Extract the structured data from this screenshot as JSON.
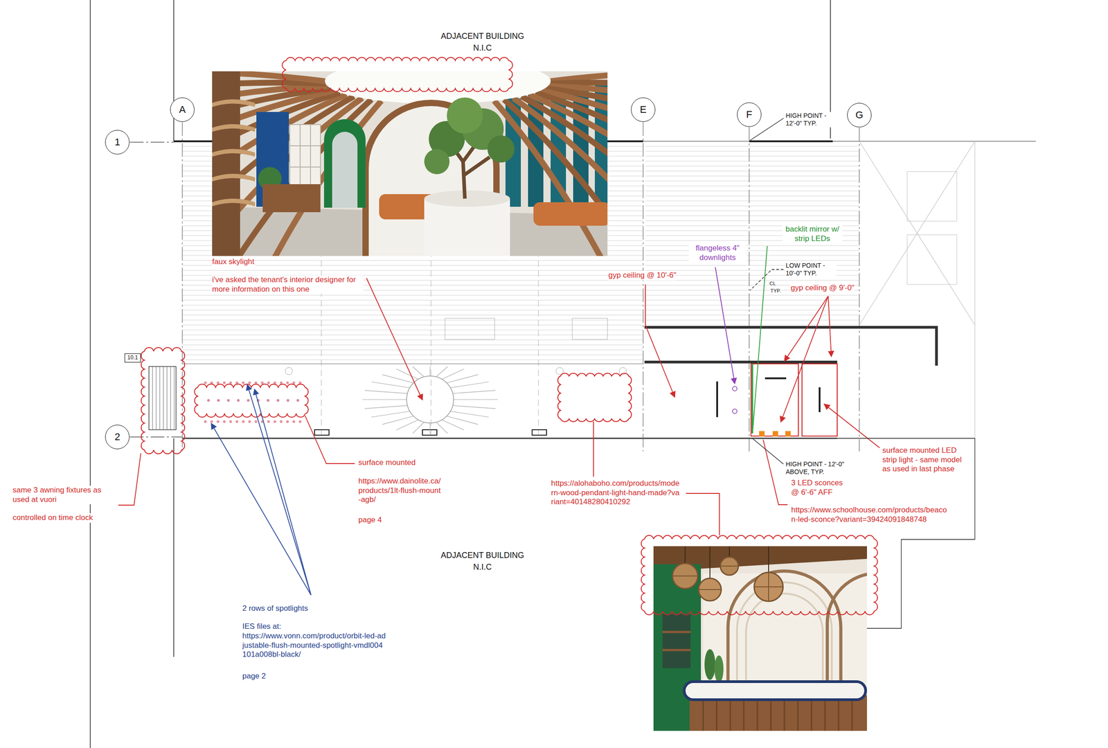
{
  "diagram": {
    "nodes": [
      {
        "text": [
          "A"
        ]
      },
      {
        "text": [
          "E"
        ]
      },
      {
        "text": [
          "F"
        ]
      },
      {
        "text": [
          "G"
        ]
      },
      {
        "text": [
          "1"
        ]
      },
      {
        "text": [
          "10.1"
        ]
      },
      {
        "text": [
          "2"
        ]
      }
    ],
    "labels": [
      "ADJACENT BUILDING",
      "N.I.C",
      "HIGH POINT - 12'-0\" TYP.",
      "backlit mirror w/ strip LEDs",
      "flangeless 4\" downlights",
      "LOW POINT - 10'-0\" TYP.",
      "CL",
      "TYP.",
      "gyp ceiling @ 10'-6\"",
      "gyp ceiling @ 9'-0\"",
      "faux skylight",
      "i've asked the tenant's interior designer for more information on this one",
      "HIGH POINT - 12'-0\" ABOVE, TYP.",
      "3 LED sconces @ 6'-6\" AFF",
      "https://www.schoolhouse.com/products/beacon-led-sconce?variant=39424091848748",
      "surface mounted LED strip light - same model as used in last phase",
      "surface mounted",
      "https://www.dainolite.ca/products/1lt-flush-mount-agb/",
      "page 4",
      "https://alohaboho.com/products/modern-wood-pendant-light-hand-made?variant=40148280410292",
      "same 3 awning fixtures as used at vuori",
      "controlled on time clock",
      "ADJACENT BUILDING",
      "N.I.C",
      "2 rows of spotlights",
      "IES files at:",
      "https://www.vonn.com/product/orbit-led-adjustable-flush-mounted-spotlight-vmdl004101a008bl-black/",
      "page 2"
    ]
  }
}
